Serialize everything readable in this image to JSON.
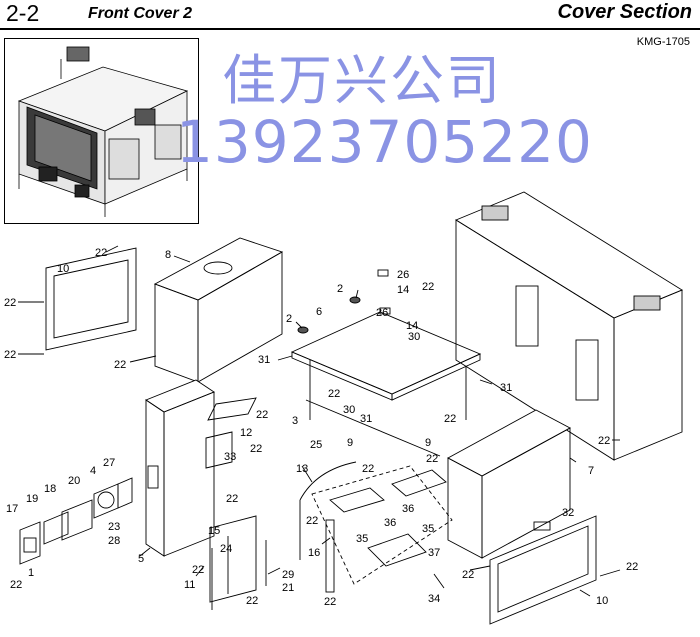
{
  "header": {
    "section_number": "2-2",
    "page_title": "Front Cover 2",
    "section_name": "Cover Section",
    "model_code": "KMG-1705"
  },
  "watermark": {
    "company": "佳万兴公司",
    "phone": "13923705220"
  },
  "callouts": {
    "c1": "1",
    "c2": "2",
    "c3": "3",
    "c4": "4",
    "c5": "5",
    "c6": "6",
    "c7": "7",
    "c8": "8",
    "c9": "9",
    "c10": "10",
    "c11": "11",
    "c12": "12",
    "c13": "13",
    "c14": "14",
    "c15": "15",
    "c16": "16",
    "c17": "17",
    "c18": "18",
    "c19": "19",
    "c20": "20",
    "c21": "21",
    "c22": "22",
    "c23": "23",
    "c24": "24",
    "c25": "25",
    "c26": "26",
    "c27": "27",
    "c28": "28",
    "c29": "29",
    "c30": "30",
    "c31": "31",
    "c32": "32",
    "c33": "33",
    "c34": "34",
    "c35": "35",
    "c36": "36",
    "c37": "37"
  }
}
